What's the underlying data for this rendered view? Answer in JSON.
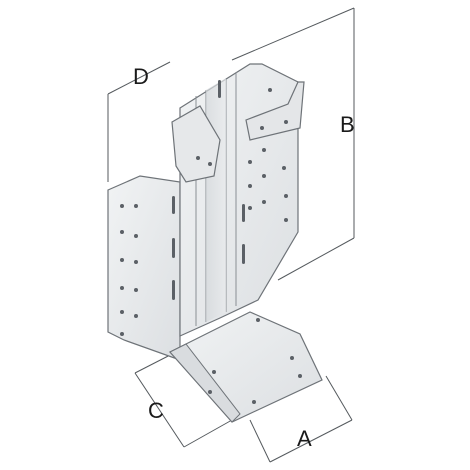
{
  "dimensions": {
    "a": "A",
    "b": "B",
    "c": "C",
    "d": "D"
  },
  "colors": {
    "metal_light": "#eceef0",
    "metal_mid": "#d9dcdf",
    "metal_dark": "#c6cace",
    "outline": "#6e7378",
    "dim_line": "#555a5e",
    "hole": "#5b6066"
  }
}
